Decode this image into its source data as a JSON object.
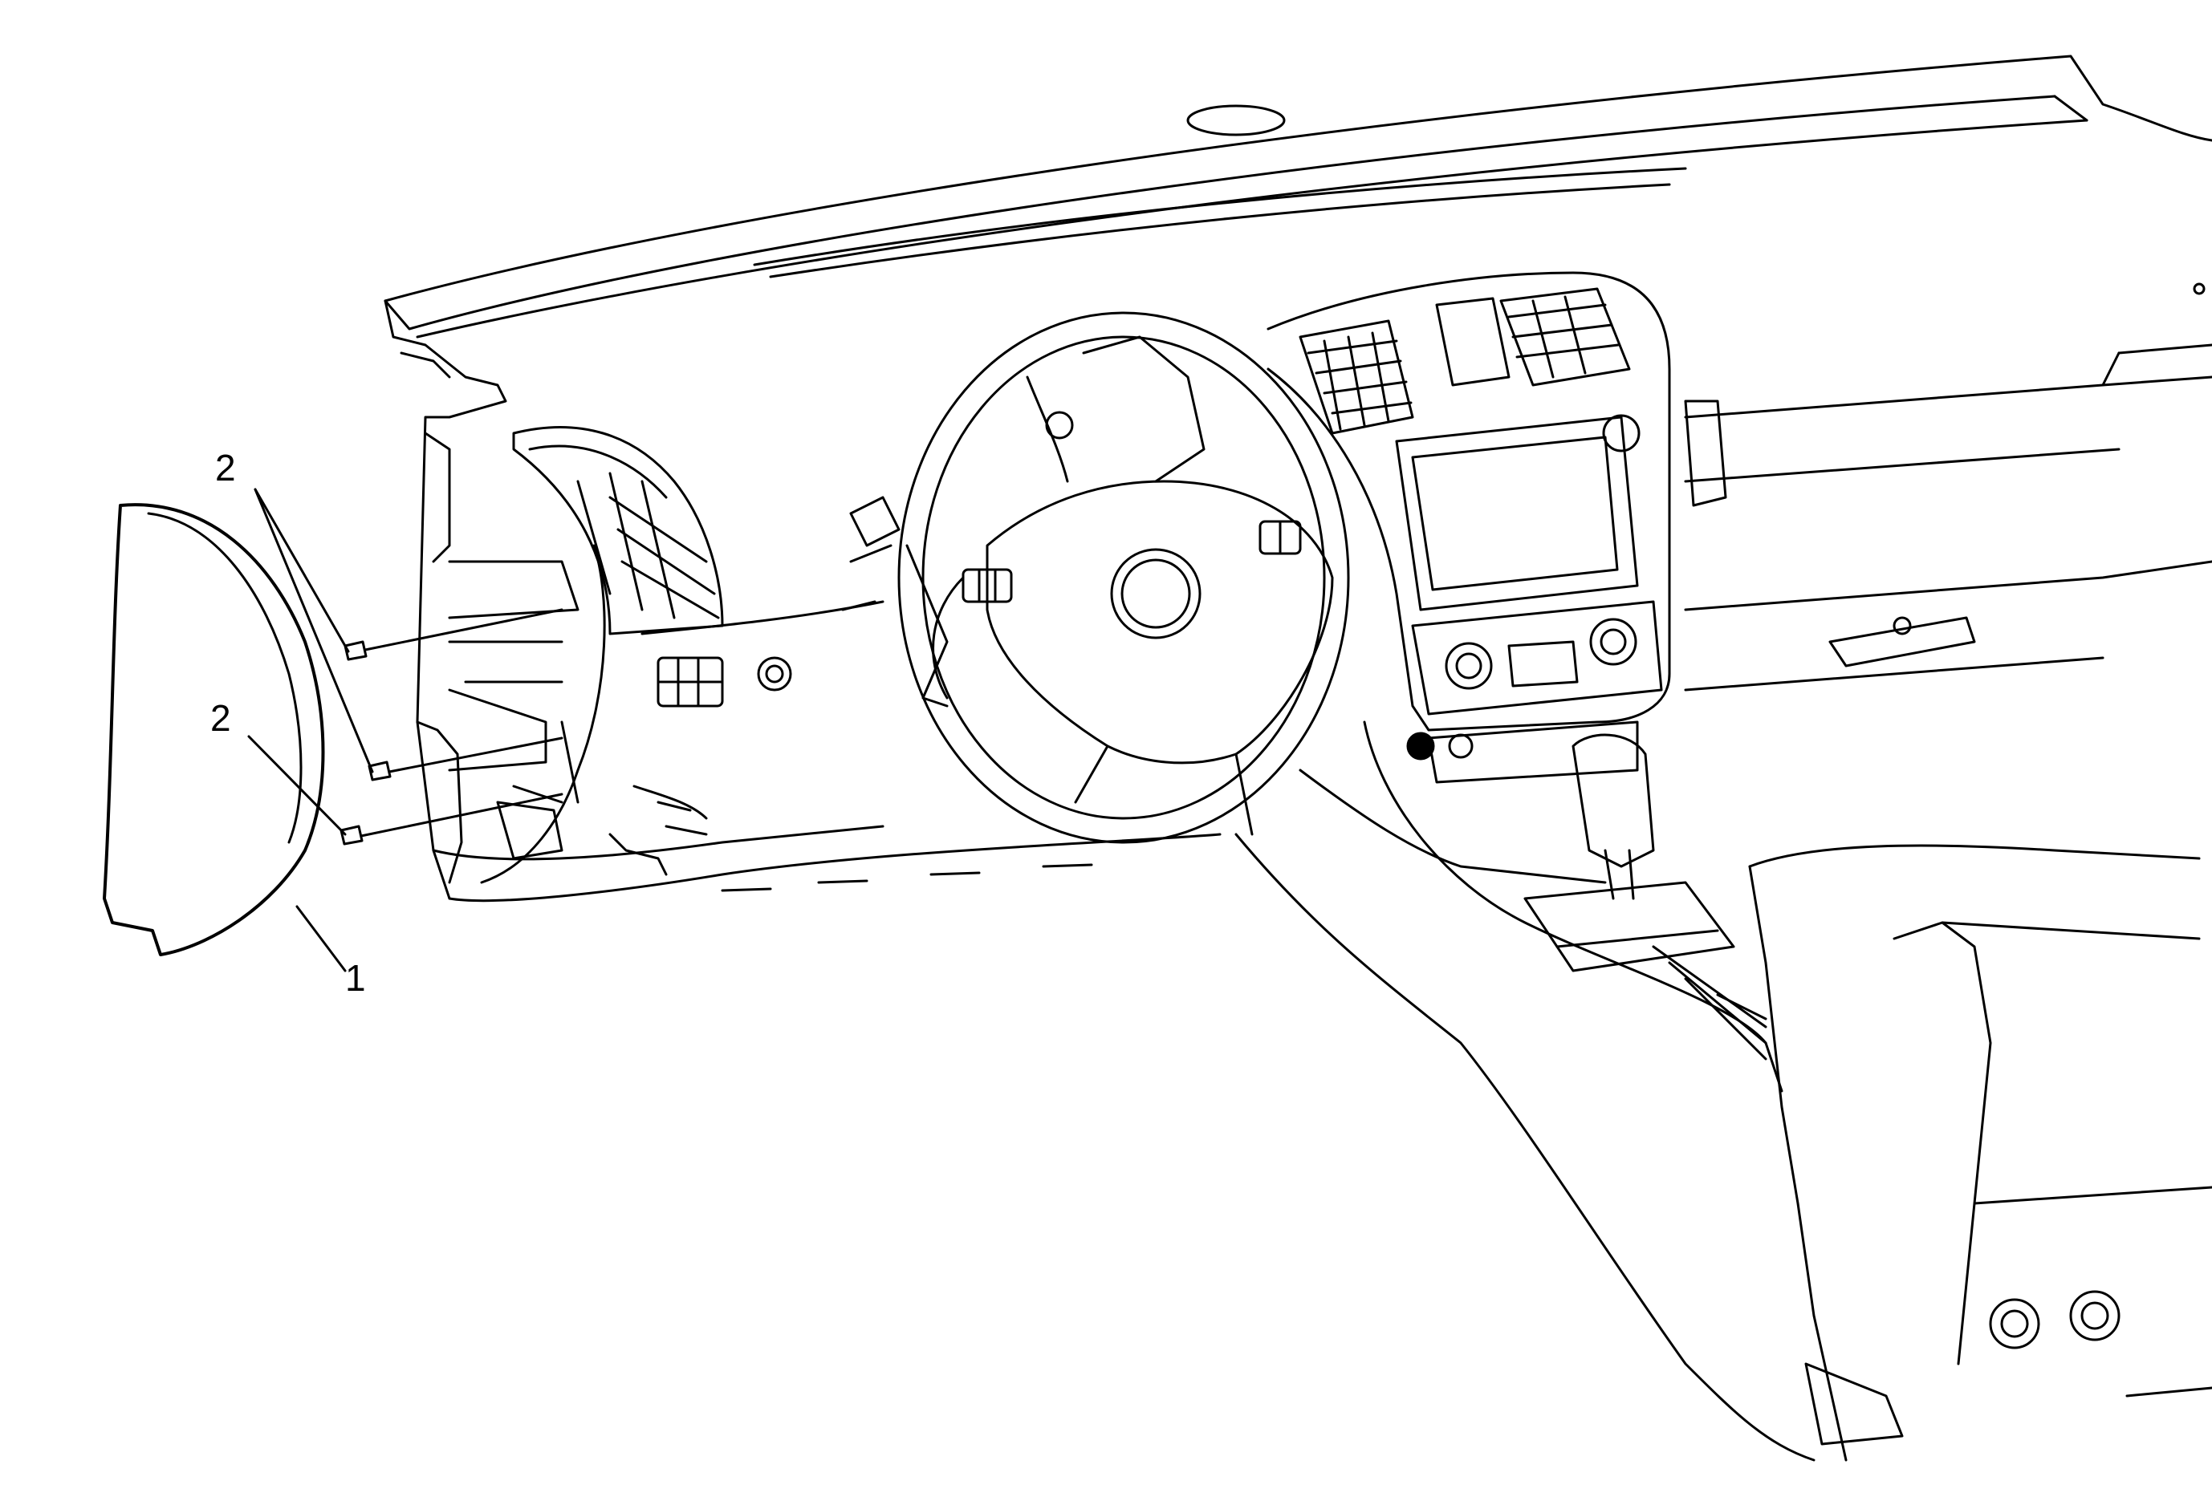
{
  "callouts": {
    "item_1": "1",
    "item_2_upper": "2",
    "item_2_lower": "2"
  },
  "colors": {
    "line": "#000000",
    "background": "#ffffff"
  }
}
